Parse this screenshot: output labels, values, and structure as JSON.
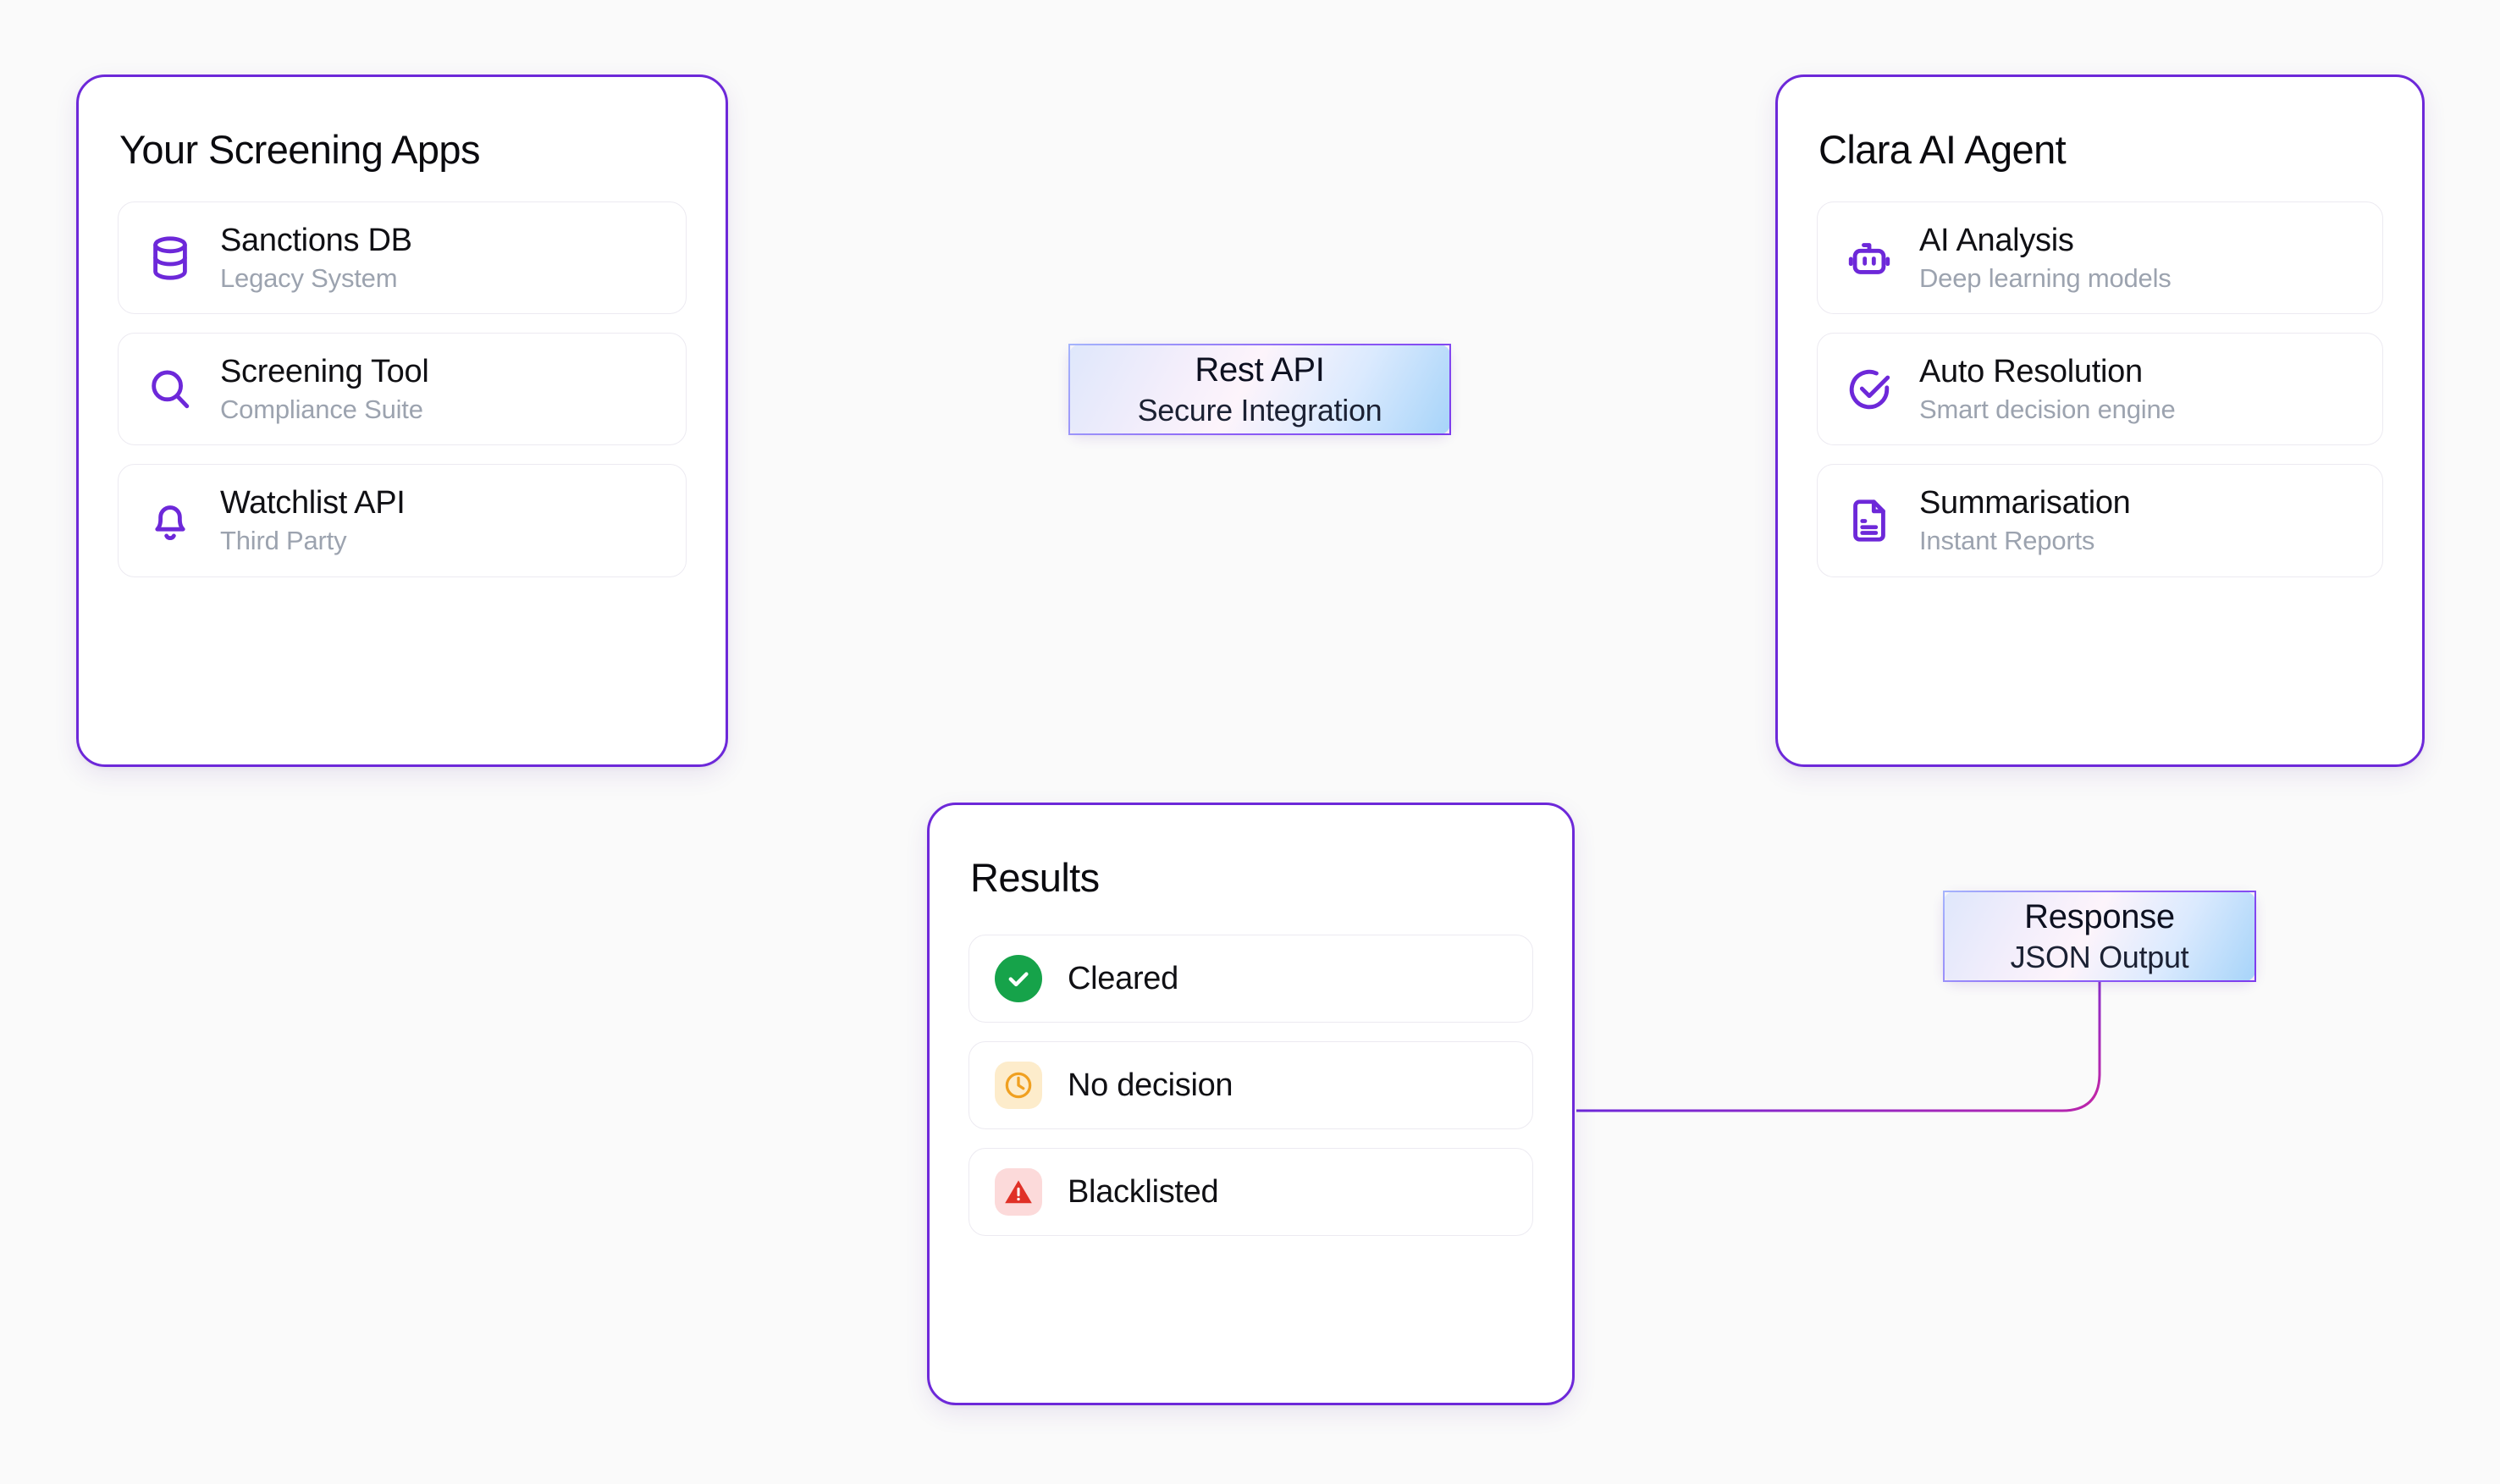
{
  "canvas": {
    "background_color": "#fafafa",
    "accent_color": "#6d28d9",
    "muted_text_color": "#9ca3af"
  },
  "panels": {
    "screening": {
      "title": "Your Screening Apps",
      "items": [
        {
          "icon": "database-icon",
          "title": "Sanctions DB",
          "subtitle": "Legacy System"
        },
        {
          "icon": "search-icon",
          "title": "Screening Tool",
          "subtitle": "Compliance Suite"
        },
        {
          "icon": "bell-icon",
          "title": "Watchlist API",
          "subtitle": "Third Party"
        }
      ]
    },
    "clara": {
      "title": "Clara AI Agent",
      "items": [
        {
          "icon": "robot-icon",
          "title": "AI Analysis",
          "subtitle": "Deep learning  models"
        },
        {
          "icon": "check-circle-icon",
          "title": "Auto Resolution",
          "subtitle": "Smart decision engine"
        },
        {
          "icon": "document-text-icon",
          "title": "Summarisation",
          "subtitle": "Instant Reports"
        }
      ]
    },
    "results": {
      "title": "Results",
      "items": [
        {
          "icon": "check-circle-filled-icon",
          "label": "Cleared",
          "icon_color": "#16a34a",
          "icon_bg": "#16a34a"
        },
        {
          "icon": "clock-icon",
          "label": "No decision",
          "icon_color": "#f0a020",
          "icon_bg": "#fdeccb"
        },
        {
          "icon": "warning-triangle-icon",
          "label": "Blacklisted",
          "icon_color": "#e03127",
          "icon_bg": "#fcdada"
        }
      ]
    }
  },
  "chips": {
    "rest_api": {
      "title": "Rest API",
      "subtitle": "Secure Integration"
    },
    "response": {
      "title": "Response",
      "subtitle": "JSON Output"
    }
  }
}
